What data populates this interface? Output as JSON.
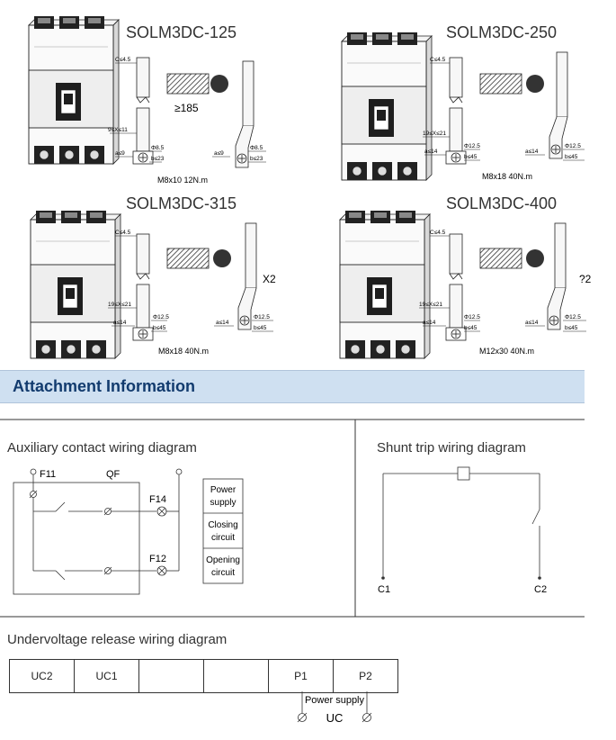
{
  "models": [
    {
      "name": "SOLM3DC-125",
      "label_c": "C≤4.5",
      "label_x": "9≤X≤11",
      "label_a": "a≤9",
      "label_phi": "Φ8.5",
      "label_b": "b≤23",
      "label_a2": "a≤9",
      "label_phi2": "Φ8.5",
      "label_b2": "b≤23",
      "extra": "≥185",
      "torque": "M8x10 12N.m"
    },
    {
      "name": "SOLM3DC-250",
      "label_c": "C≤4.5",
      "label_x": "19≤X≤21",
      "label_a": "a≤14",
      "label_phi": "Φ12.5",
      "label_b": "b≤45",
      "label_a2": "a≤14",
      "label_phi2": "Φ12.5",
      "label_b2": "b≤45",
      "extra": "",
      "torque": "M8x18 40N.m"
    },
    {
      "name": "SOLM3DC-315",
      "label_c": "C≤4.5",
      "label_x": "19≤X≤21",
      "label_a": "a≤14",
      "label_phi": "Φ12.5",
      "label_b": "b≤45",
      "label_a2": "a≤14",
      "label_phi2": "Φ12.5",
      "label_b2": "b≤45",
      "extra": "X2",
      "torque": "M8x18 40N.m"
    },
    {
      "name": "SOLM3DC-400",
      "label_c": "C≤4.5",
      "label_x": "19≤X≤21",
      "label_a": "a≤14",
      "label_phi": "Φ12.5",
      "label_b": "b≤45",
      "label_a2": "a≤14",
      "label_phi2": "Φ12.5",
      "label_b2": "b≤45",
      "extra": "?2",
      "torque": "M12x30 40N.m"
    }
  ],
  "attachment": {
    "title": "Attachment Information"
  },
  "aux": {
    "title": "Auxiliary contact wiring diagram",
    "f11": "F11",
    "qf": "QF",
    "f14": "F14",
    "f12": "F12",
    "box1": [
      "Power",
      "supply"
    ],
    "box2": [
      "Closing",
      "circuit"
    ],
    "box3": [
      "Opening",
      "circuit"
    ]
  },
  "shunt": {
    "title": "Shunt trip wiring diagram",
    "c1": "C1",
    "c2": "C2"
  },
  "undervoltage": {
    "title": "Undervoltage release wiring diagram",
    "cells": [
      "UC2",
      "UC1",
      "",
      "",
      "P1",
      "P2"
    ],
    "power_supply": "Power supply",
    "uc": "UC"
  }
}
